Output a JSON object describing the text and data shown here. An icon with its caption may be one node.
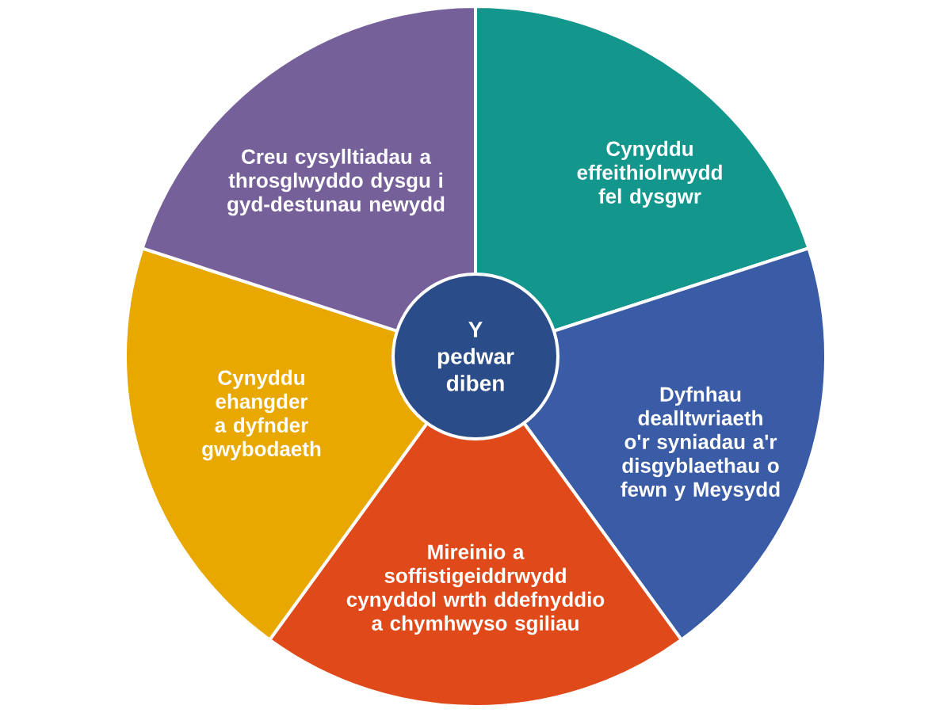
{
  "diagram": {
    "nodes": [
      {
        "text": [
          "Y pedwar diben"
        ]
      },
      {
        "text": [
          "Cynyddu effeithiolrwydd fel dysgwr"
        ]
      },
      {
        "text": [
          "Dyfnhau dealltwriaeth o'r syniadau a'r disgyblaethau o fewn y Meysydd"
        ]
      },
      {
        "text": [
          "Mireinio a soffistigeiddrwydd cynyddol wrth ddefnyddio a chymhwyso sgiliau"
        ]
      },
      {
        "text": [
          "Cynyddu ehangder a dyfnder gwybodaeth"
        ]
      },
      {
        "text": [
          "Creu cysylltiadau a throsglwyddo dysgu i gyd-destunau newydd"
        ]
      }
    ]
  }
}
